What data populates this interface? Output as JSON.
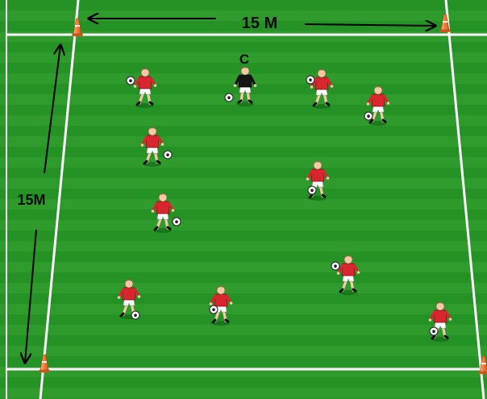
{
  "labels": {
    "top_dimension": "15 M",
    "side_dimension": "15M",
    "coach": "C"
  },
  "colors": {
    "grass_light": "#2e9b2c",
    "grass_dark": "#1f8a22",
    "line": "#ffffff",
    "cone": "#f47a36",
    "player_shirt": "#d7262d",
    "coach_shirt": "#111111",
    "arrow": "#000000"
  },
  "icons": {
    "player": "soccer-player-with-ball-icon",
    "coach": "coach-figure-icon",
    "cone": "cone-icon",
    "ball": "soccer-ball-icon"
  }
}
